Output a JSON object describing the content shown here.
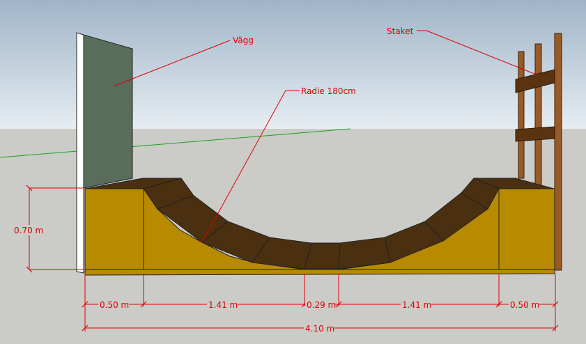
{
  "labels": {
    "wall": "Vägg",
    "radius": "Radie 180cm",
    "fence": "Staket"
  },
  "dimensions": {
    "height": "0.70 m",
    "platform_left": "0.50 m",
    "transition_left": "1.41 m",
    "flat_bottom": "0.29 m",
    "transition_right": "1.41 m",
    "platform_right": "0.50 m",
    "total": "4.10 m"
  },
  "colors": {
    "sky_top": "#9fb4c8",
    "sky_bottom": "#e6edf2",
    "ground": "#cbcbc8",
    "wall": "#586e5b",
    "wood_side": "#b88a00",
    "ramp_surface": "#4a3010",
    "fence_post": "#9a5a25",
    "fence_rail": "#5a3410",
    "annotation": "#e00000",
    "axis_green": "#1aa31a"
  }
}
